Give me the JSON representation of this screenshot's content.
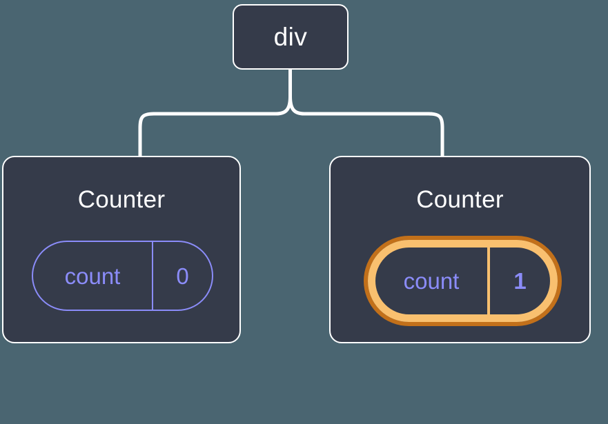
{
  "diagram": {
    "title": "react-component-tree",
    "background_color": "#4a6571",
    "node_fill_color": "#353b4a",
    "node_border_color": "#ffffff",
    "connector_color": "#ffffff",
    "accent_purple": "#8b8cf9",
    "highlight_outer_orange": "#c2701a",
    "highlight_inner_orange": "#f9c06f"
  },
  "root": {
    "label": "div"
  },
  "children": [
    {
      "title": "Counter",
      "state": {
        "key": "count",
        "value": "0"
      },
      "highlighted": false
    },
    {
      "title": "Counter",
      "state": {
        "key": "count",
        "value": "1"
      },
      "highlighted": true,
      "sparkle_icons": [
        "sparkle-large-icon",
        "sparkle-small-icon"
      ]
    }
  ]
}
